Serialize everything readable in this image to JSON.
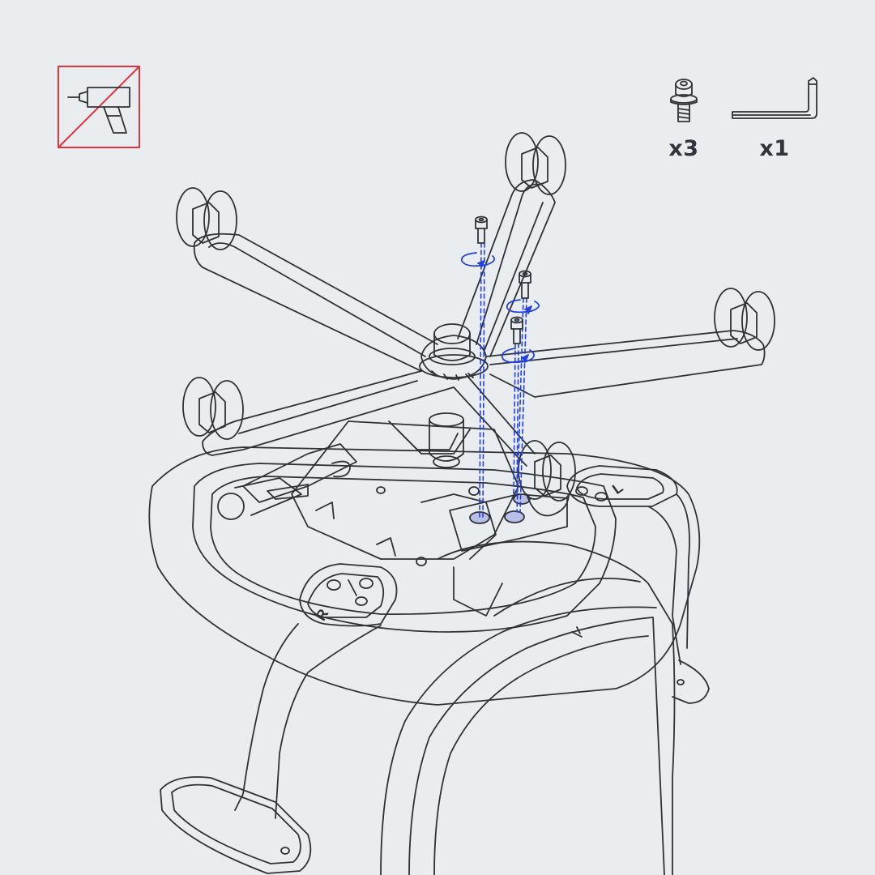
{
  "colors": {
    "background": "#e9edf0",
    "line": "#2f3338",
    "warning_red": "#e0343f",
    "guide_blue": "#2340e6",
    "hole_fill": "#b9c0e8"
  },
  "icons": {
    "no_power_drill": "no-power-drill-icon",
    "screw": "hex-socket-screw-icon",
    "hex_key": "hex-key-icon"
  },
  "parts": {
    "screw_qty": "x3",
    "hex_key_qty": "x1"
  },
  "seat": {
    "right_label": "R",
    "left_label": "L"
  }
}
